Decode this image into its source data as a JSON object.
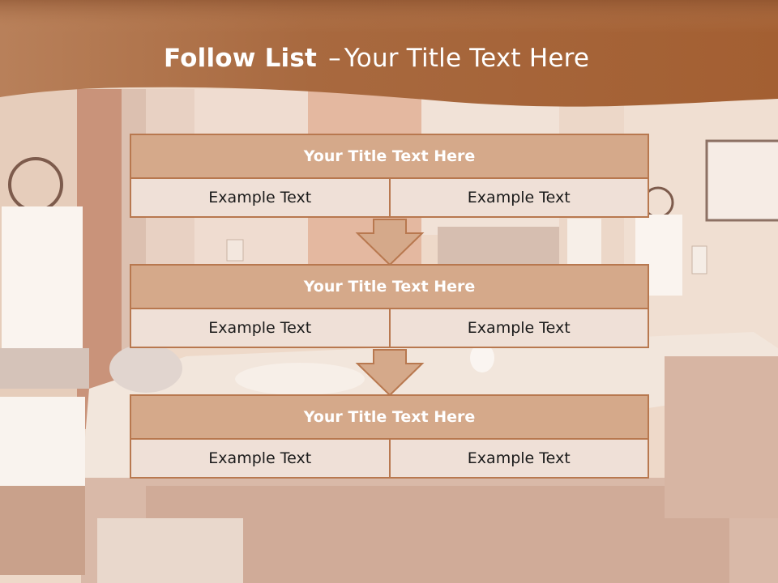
{
  "slide": {
    "title_bold": "Follow List",
    "title_dash": "–",
    "title_rest": "Your Title Text Here"
  },
  "steps": [
    {
      "title": "Your Title Text Here",
      "left": "Example Text",
      "right": "Example Text"
    },
    {
      "title": "Your Title Text Here",
      "left": "Example Text",
      "right": "Example Text"
    },
    {
      "title": "Your Title Text Here",
      "left": "Example Text",
      "right": "Example Text"
    }
  ],
  "colors": {
    "header_band": "#9c5e36",
    "box_header": "#d5a98a",
    "box_border": "#b8784f",
    "box_cell": "#efe0d7"
  }
}
